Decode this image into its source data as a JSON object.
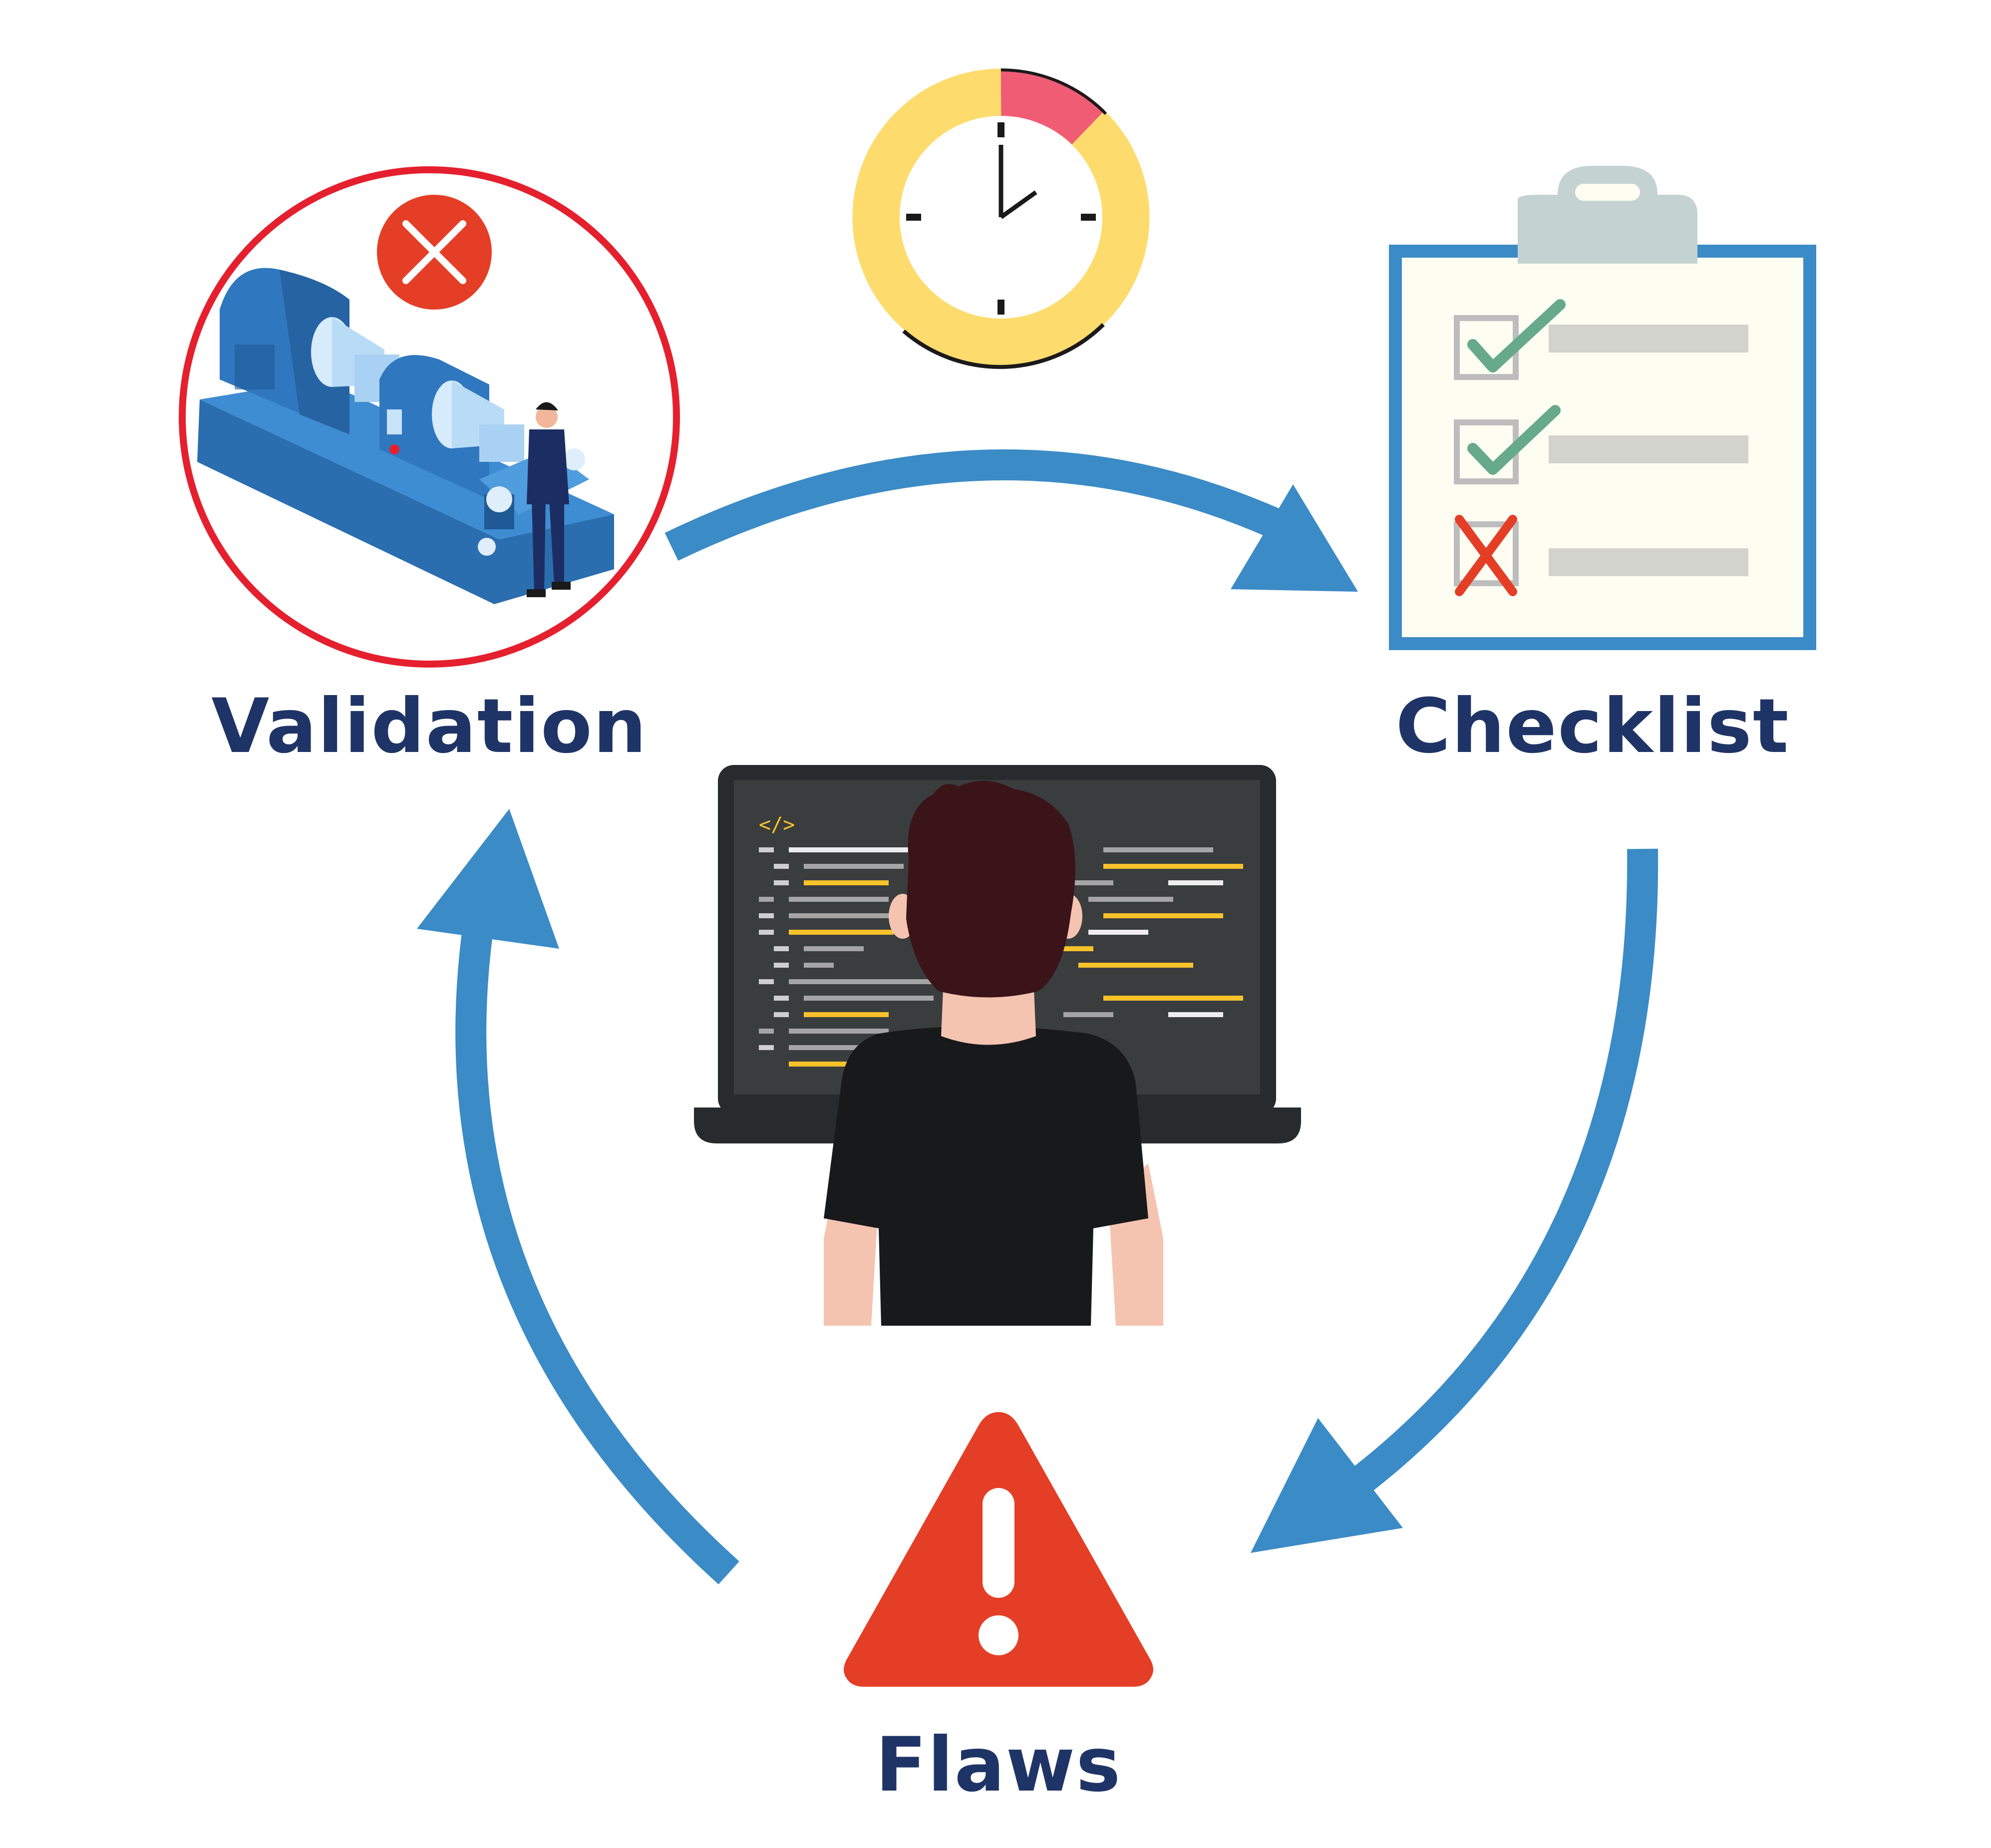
{
  "stages": {
    "validation": {
      "label": "Validation"
    },
    "checklist": {
      "label": "Checklist"
    },
    "flaws": {
      "label": "Flaws"
    }
  },
  "checklist_items": [
    {
      "state": "checked"
    },
    {
      "state": "checked"
    },
    {
      "state": "failed"
    }
  ],
  "code_tag": "</>",
  "colors": {
    "arrow": "#3b8bc6",
    "label": "#1f3466",
    "alert": "#e53e26",
    "ring": "#e5202e",
    "clock_ring": "#fddc6d",
    "clock_segment": "#f05c74",
    "clipboard_border": "#3b8bc6",
    "clipboard_paper": "#fdfdf2",
    "check": "#67a98b",
    "laptop": "#272b2d",
    "shirt": "#17191a",
    "hair": "#3a1419",
    "skin": "#f4c4b0",
    "code_yellow": "#f8c22a"
  }
}
